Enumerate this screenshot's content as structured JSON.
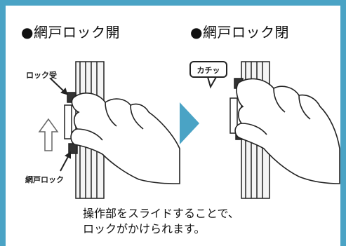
{
  "headings": {
    "open": "●網戸ロック開",
    "close": "●網戸ロック閉"
  },
  "callouts": {
    "lock_receiver": "ロック受",
    "screen_lock": "網戸ロック",
    "click_sound": "カチッ"
  },
  "caption": {
    "line1": "操作部をスライドすることで、",
    "line2": "ロックがかけられます。"
  },
  "colors": {
    "frame": "#4aa3c5",
    "arrow": "#4aa3c5"
  },
  "icons": {
    "direction": "triangle-right-icon",
    "slide_up": "up-arrow-outline-icon"
  }
}
